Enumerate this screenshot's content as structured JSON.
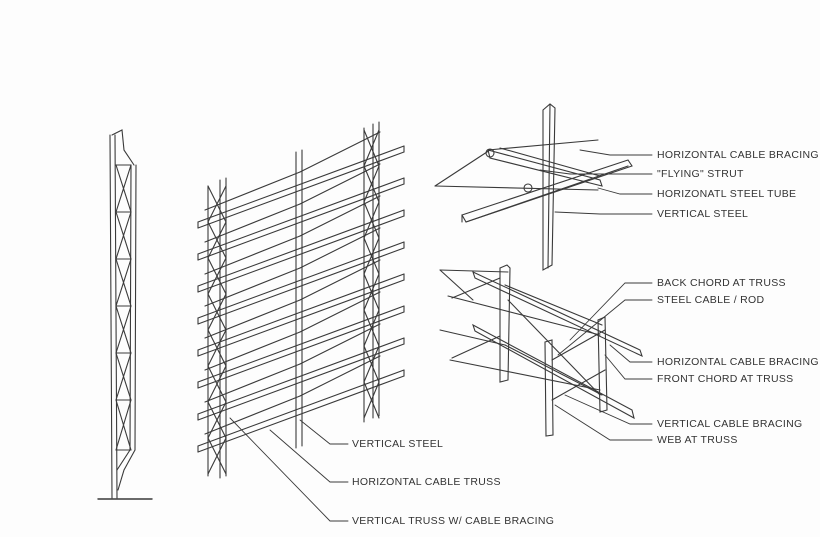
{
  "labels": {
    "vertical_steel_main": "VERTICAL STEEL",
    "horizontal_cable_truss": "HORIZONTAL CABLE TRUSS",
    "vertical_truss_cable": "VERTICAL TRUSS W/ CABLE BRACING",
    "horizontal_cable_bracing_1": "HORIZONTAL CABLE BRACING",
    "flying_strut": "\"FLYING\" STRUT",
    "horizontal_steel_tube": "HORIZONATL STEEL TUBE",
    "vertical_steel_detail": "VERTICAL STEEL",
    "back_chord": "BACK CHORD AT TRUSS",
    "steel_cable_rod": "STEEL CABLE / ROD",
    "horizontal_cable_bracing_2": "HORIZONTAL CABLE BRACING",
    "front_chord": "FRONT CHORD AT TRUSS",
    "vertical_cable_bracing": "VERTICAL CABLE BRACING",
    "web_at_truss": "WEB AT TRUSS"
  },
  "colors": {
    "ink": "#3a3a3a",
    "text": "#333333",
    "background": "#fdfdfd"
  }
}
